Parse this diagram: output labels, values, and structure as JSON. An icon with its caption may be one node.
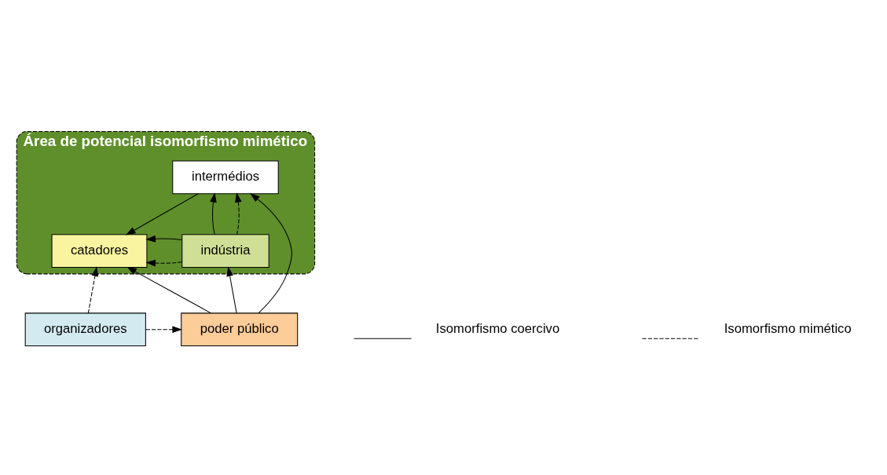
{
  "diagram": {
    "nodes": [
      {
        "text": [
          "Área de potencial isomorfismo mimético"
        ]
      },
      {
        "text": [
          "catadores"
        ],
        "in": 0
      },
      {
        "text": [
          "indústria"
        ],
        "in": 0
      },
      {
        "text": [
          "intermédios"
        ],
        "in": 0
      },
      {
        "text": [
          "organizadores"
        ]
      },
      {
        "text": [
          "poder público"
        ]
      }
    ],
    "edges": [
      {
        "from": 2,
        "to": 1,
        "arrow": "to"
      },
      {
        "from": 2,
        "to": 1,
        "arrow": "to",
        "style": "dashed"
      },
      {
        "from": 2,
        "to": 3,
        "arrow": "to"
      },
      {
        "from": 2,
        "to": 3,
        "arrow": "to",
        "style": "dashed"
      },
      {
        "from": 3,
        "to": 1,
        "arrow": "to"
      },
      {
        "from": 4,
        "to": 1,
        "arrow": "to",
        "style": "dashed"
      },
      {
        "from": 5,
        "to": 1,
        "arrow": "to"
      },
      {
        "from": 5,
        "to": 3,
        "arrow": "to"
      },
      {
        "from": 5,
        "to": 2,
        "arrow": "to"
      },
      {
        "from": 4,
        "to": 5,
        "arrow": "to",
        "style": "dashed"
      }
    ],
    "legend": [
      {
        "text": "Isomorfismo coercivo"
      },
      {
        "text": "Isomorfismo mimético"
      }
    ]
  }
}
